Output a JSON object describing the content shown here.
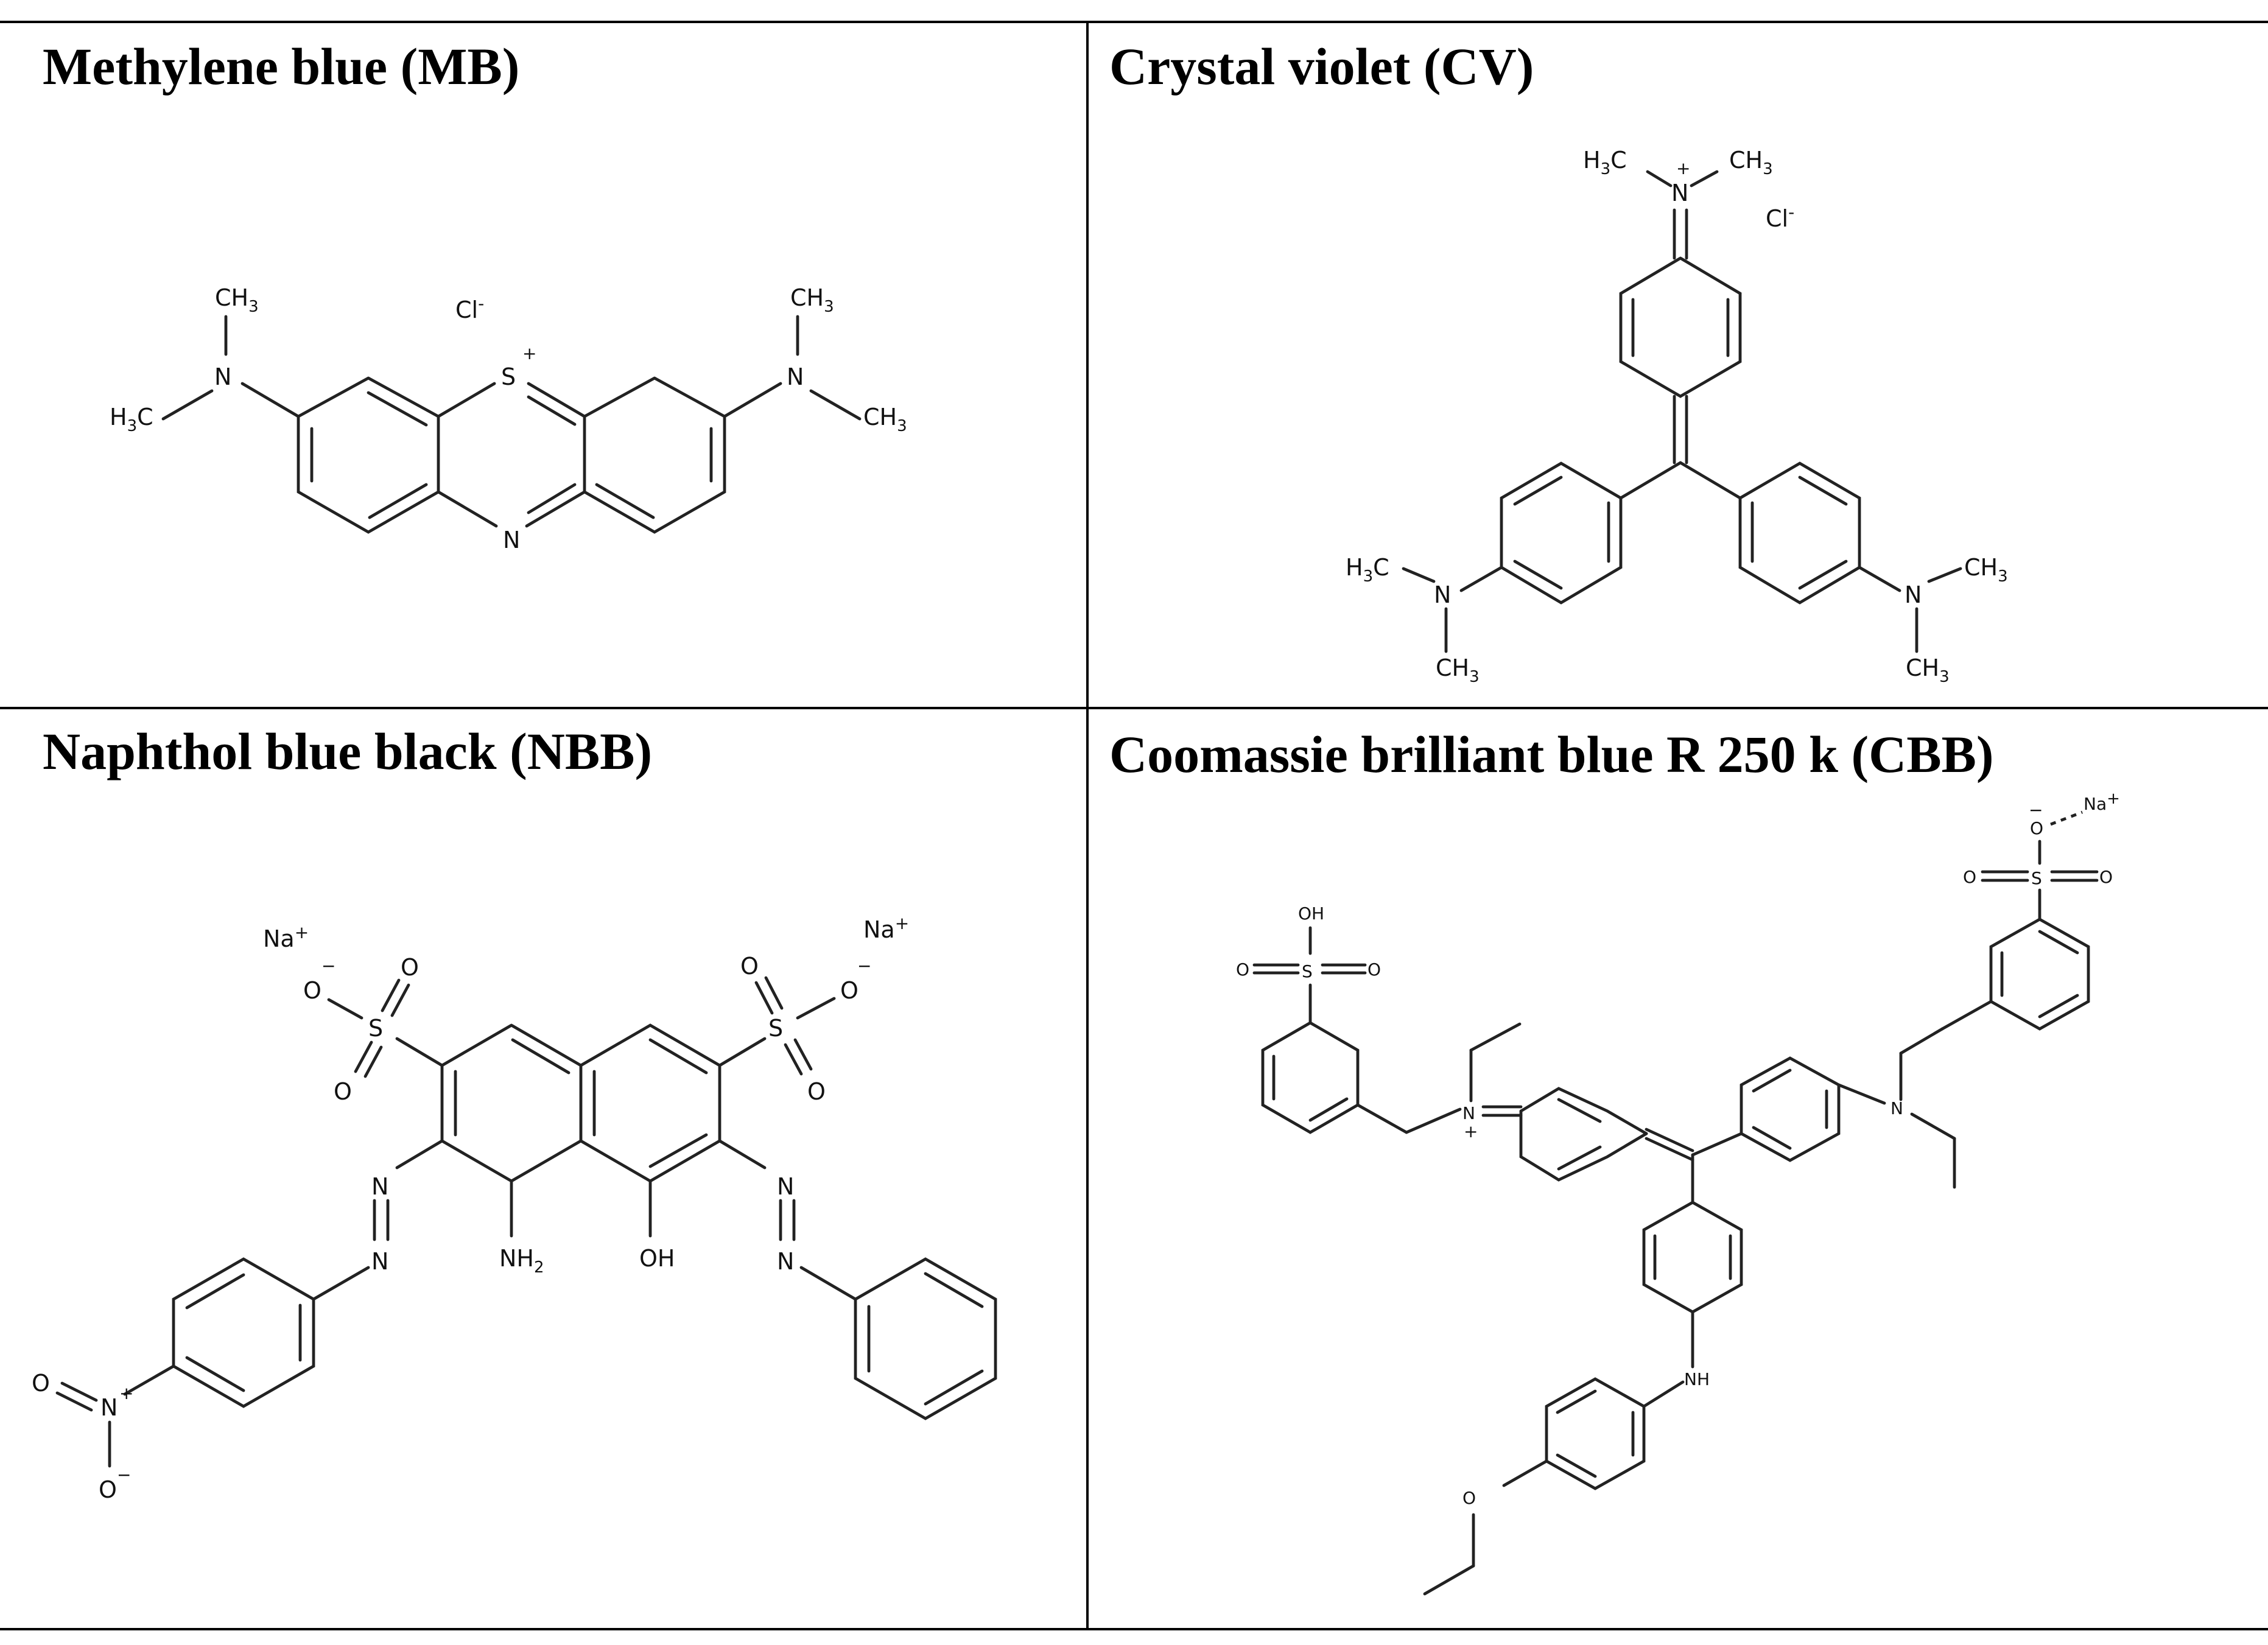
{
  "panels": [
    {
      "title": "Methylene blue (MB)"
    },
    {
      "title": "Crystal violet (CV)"
    },
    {
      "title": "Naphthol blue black (NBB)"
    },
    {
      "title": "Coomassie brilliant  blue R 250 k (CBB)"
    }
  ],
  "labels": {
    "ch3": "CH",
    "h3c_h": "H",
    "h3c_c": "C",
    "three": "3",
    "n": "N",
    "s": "S",
    "plus": "+",
    "minus": "-",
    "minus_long": "−",
    "cl": "Cl",
    "o": "O",
    "na": "Na",
    "nh": "NH",
    "two": "2",
    "oh": "OH",
    "h": "H"
  }
}
